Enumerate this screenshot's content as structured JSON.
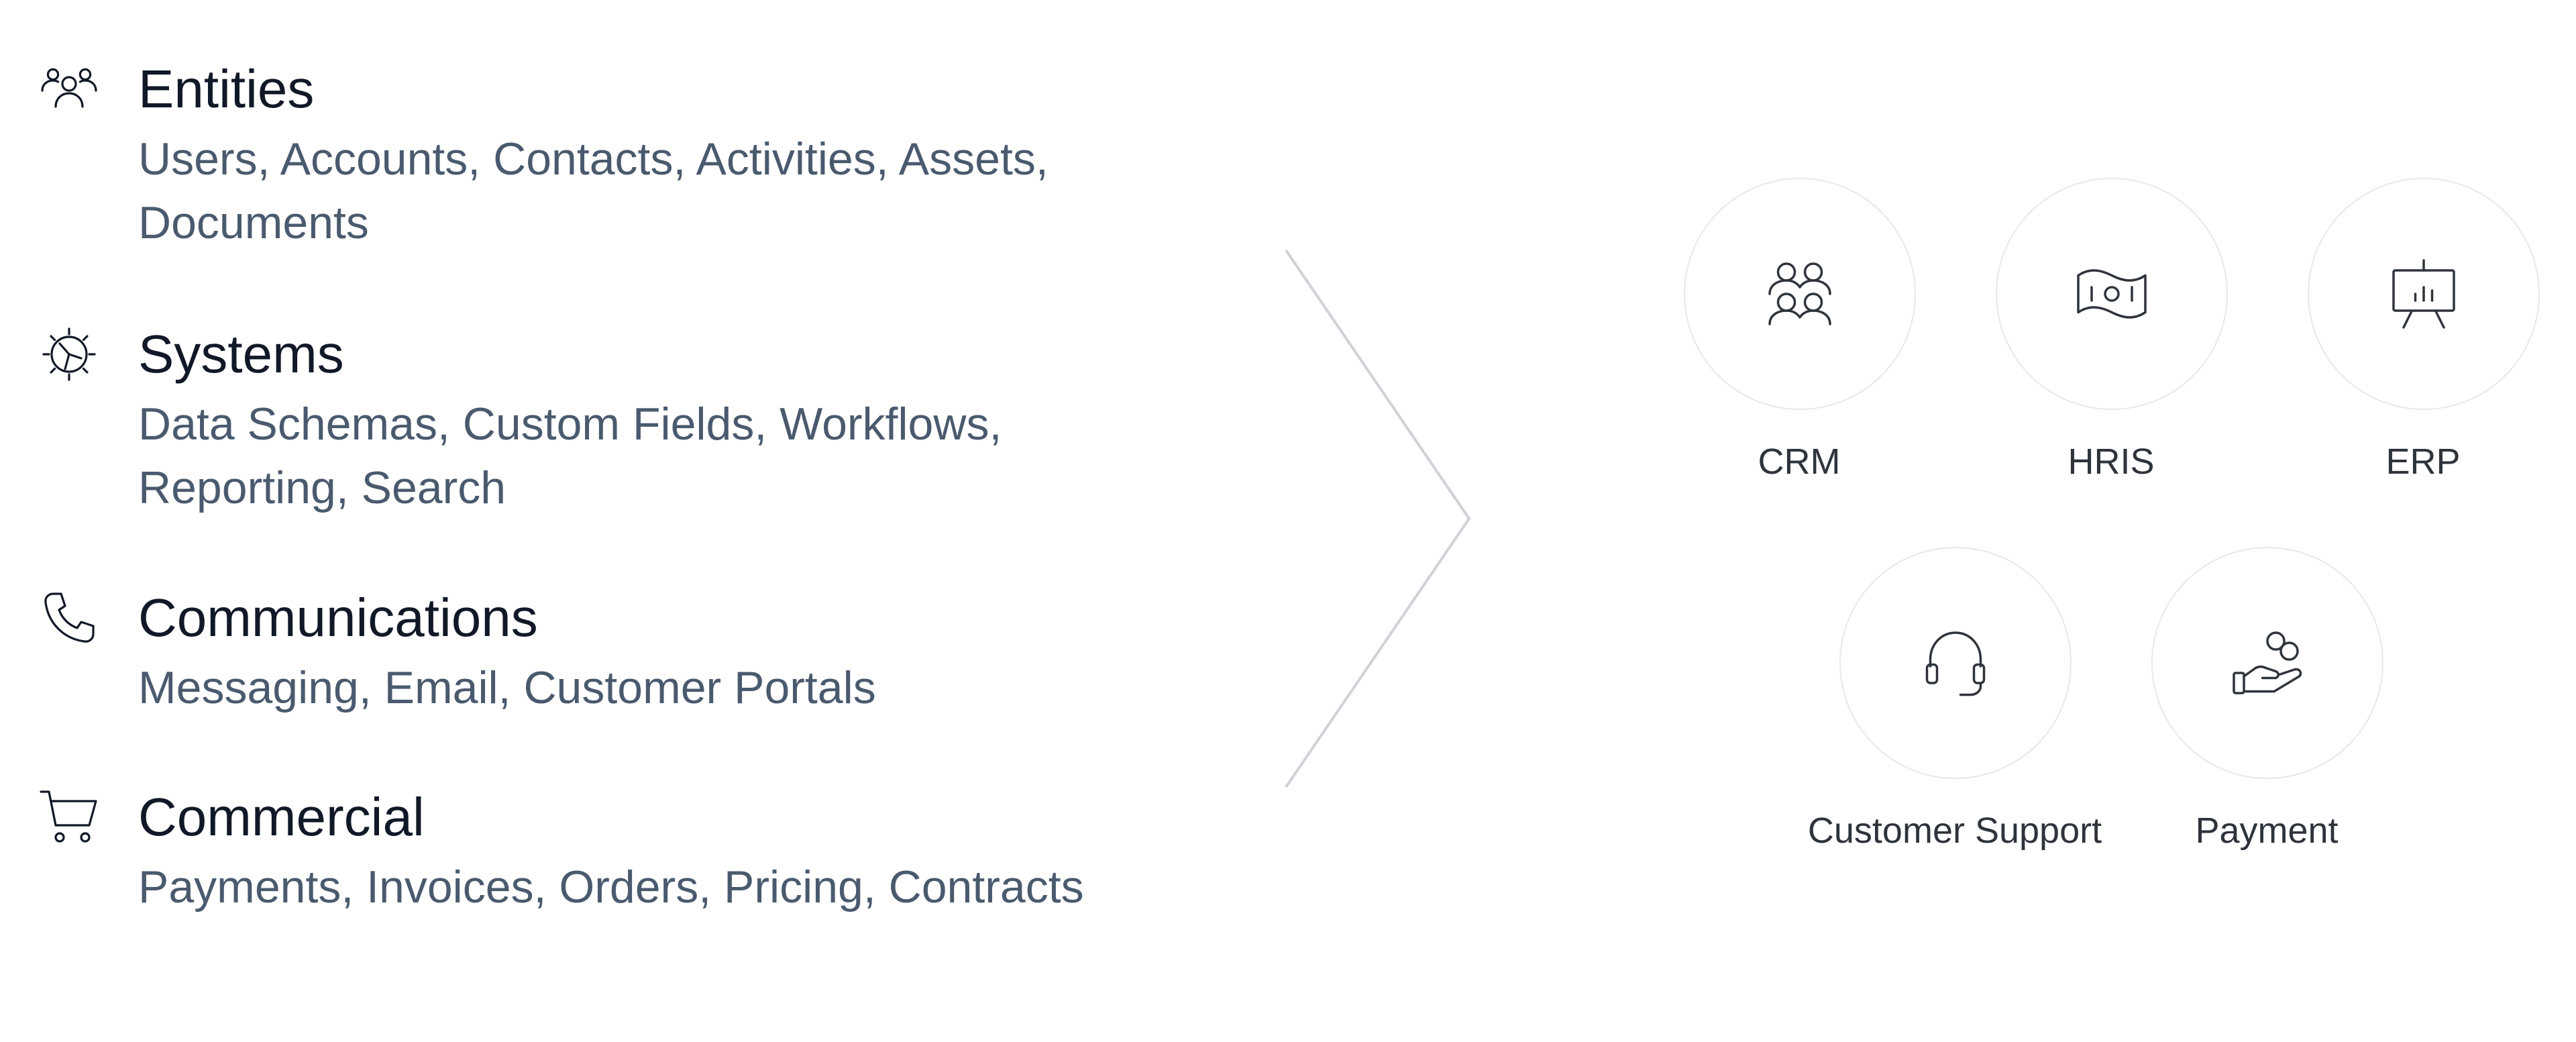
{
  "features": [
    {
      "icon": "users-icon",
      "title": "Entities",
      "description": "Users, Accounts, Contacts, Activities, Assets, Documents"
    },
    {
      "icon": "gear-icon",
      "title": "Systems",
      "description": "Data Schemas, Custom Fields, Workflows, Reporting, Search"
    },
    {
      "icon": "phone-icon",
      "title": "Communications",
      "description": "Messaging, Email, Customer Portals"
    },
    {
      "icon": "cart-icon",
      "title": "Commercial",
      "description": "Payments, Invoices, Orders, Pricing, Contracts"
    }
  ],
  "integrations": [
    {
      "icon": "people-group-icon",
      "label": "CRM"
    },
    {
      "icon": "banknote-icon",
      "label": "HRIS"
    },
    {
      "icon": "presentation-board-icon",
      "label": "ERP"
    },
    {
      "icon": "headset-icon",
      "label": "Customer Support"
    },
    {
      "icon": "hand-coins-icon",
      "label": "Payment"
    }
  ],
  "colors": {
    "title": "#111827",
    "description": "#4a5a6e",
    "label": "#2f343b",
    "circle_border": "#e6e8ec",
    "chevron": "#cfd2d6"
  }
}
